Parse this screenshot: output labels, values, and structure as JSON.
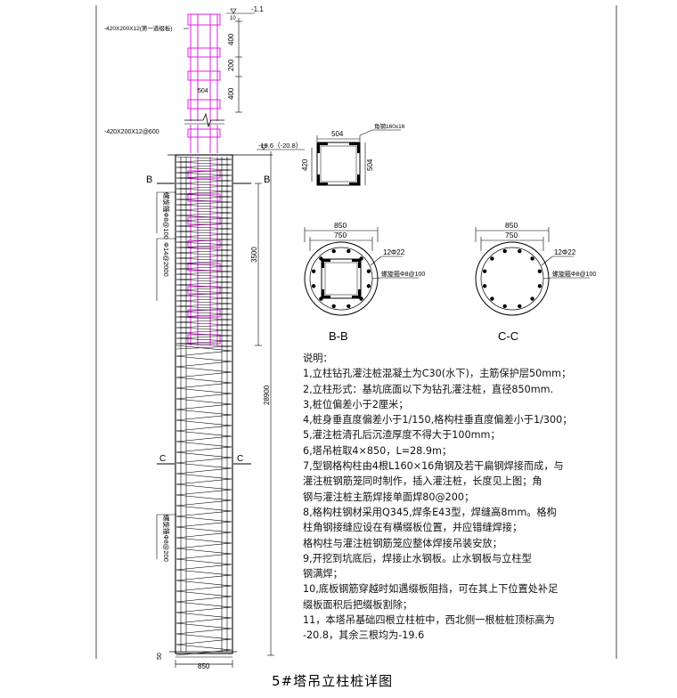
{
  "drawing": {
    "title": "5#塔吊立柱桩详图",
    "elevations": {
      "top": "-1.1",
      "cut": "-19.6（-20.8）"
    },
    "dimensions": {
      "d400a": "400",
      "d200": "200",
      "d400b": "400",
      "d504": "504",
      "d3500": "3500",
      "d28900": "28900",
      "d850": "850",
      "d50": "50"
    },
    "plates": {
      "p1": "-420X200X12(第一道缀板)",
      "p2": "-420X200X12@600"
    },
    "left_notes": {
      "n1": "螺旋箍Φ8@100",
      "n2": "Φ14@2000",
      "n3": "螺旋箍Φ8@200"
    },
    "section_marks": {
      "b": "B",
      "c": "C"
    }
  },
  "detail_steel": {
    "dim_top": "504",
    "dim_side_left": "420",
    "dim_side_right": "504",
    "angle_label": "角钢160x16"
  },
  "section_bb": {
    "label": "B-B",
    "dim_outer": "850",
    "dim_inner": "750",
    "rebar": "12Φ22",
    "stirrup": "螺旋箍Φ8@100"
  },
  "section_cc": {
    "label": "C-C",
    "dim_outer": "850",
    "dim_inner": "750",
    "rebar": "12Φ22",
    "stirrup": "螺旋箍Φ8@100"
  },
  "notes": {
    "heading": "说明：",
    "lines": [
      "1,立柱钻孔灌注桩混凝土为C30(水下)，主筋保护层50mm；",
      "2,立柱形式：基坑底面以下为钻孔灌注桩，直径850mm.",
      "3,桩位偏差小于2厘米；",
      "4,桩身垂直度偏差小于1/150,格构柱垂直度偏差小于1/300；",
      "5,灌注桩清孔后沉渣厚度不得大于100mm；",
      "6,塔吊桩取4×850，L=28.9m；",
      "7,型钢格构柱由4根L160×16角钢及若干扁钢焊接而成，与",
      "灌注桩钢筋笼同时制作，插入灌注桩，长度见上图；角",
      "钢与灌注桩主筋焊接单面焊80@200；",
      "8,格构柱钢材采用Q345,焊条E43型，焊缝高8mm。格构",
      "柱角钢接缝应设在有横缀板位置，并应错缝焊接；",
      "格构柱与灌注桩钢筋笼应整体焊接吊装安放；",
      "9,开挖到坑底后，焊接止水钢板。止水钢板与立柱型",
      "钢满焊；",
      "10,底板钢筋穿越时如遇缀板阻挡，可在其上下位置处补足",
      "缀板面积后把缀板割除；",
      "11，本塔吊基础四根立柱桩中，西北侧一根桩桩顶标高为",
      "-20.8，其余三根均为-19.6"
    ]
  }
}
